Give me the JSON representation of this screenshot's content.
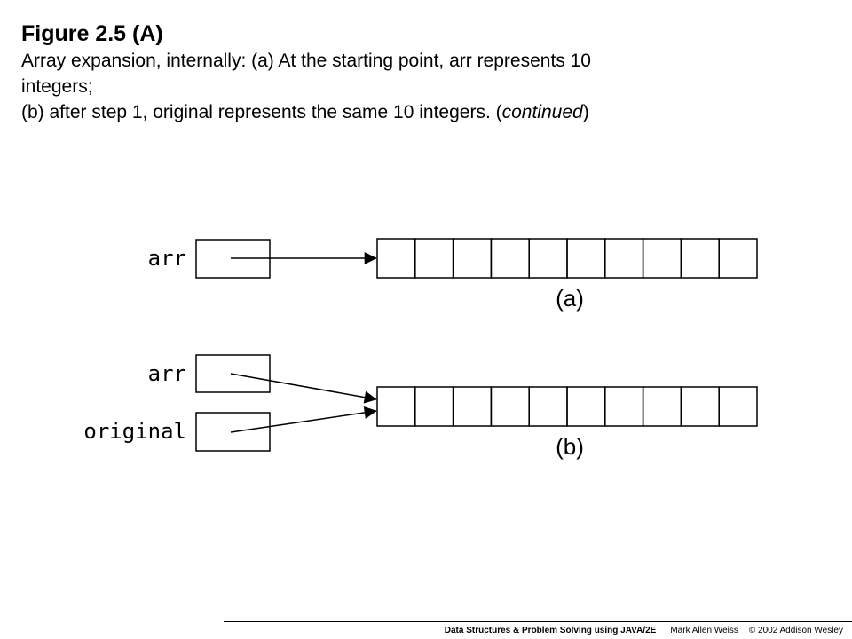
{
  "caption": {
    "title": "Figure 2.5 (A)",
    "line1": "Array expansion, internally: (a) At the starting point, arr represents 10",
    "line2": "integers;",
    "line3_main": "(b) after step 1, original represents the same 10 integers. (",
    "line3_emph": "continued",
    "line3_end": ")"
  },
  "diagram": {
    "part_a": {
      "label": "(a)",
      "variables": [
        "arr"
      ],
      "array_cells": 10
    },
    "part_b": {
      "label": "(b)",
      "variables": [
        "arr",
        "original"
      ],
      "array_cells": 10
    }
  },
  "footer": {
    "book": "Data Structures & Problem Solving using JAVA/2E",
    "author": "Mark Allen Weiss",
    "copyright": "© 2002 Addison Wesley"
  }
}
